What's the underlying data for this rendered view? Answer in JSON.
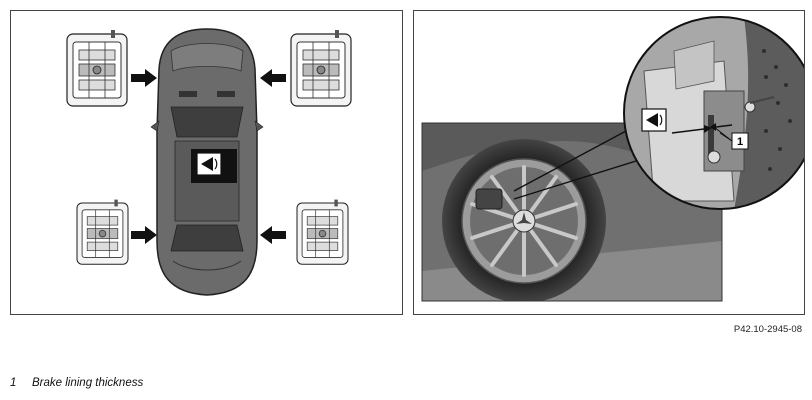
{
  "figure": {
    "reference_code": "P42.10-2945-08",
    "callout_number": "1"
  },
  "legend": [
    {
      "number": "1",
      "text": "Brake lining thickness"
    }
  ],
  "icons": [
    "car-top-view-icon",
    "brake-caliper-icon",
    "arrow-icon",
    "brake-warning-symbol-icon",
    "wheel-icon"
  ]
}
